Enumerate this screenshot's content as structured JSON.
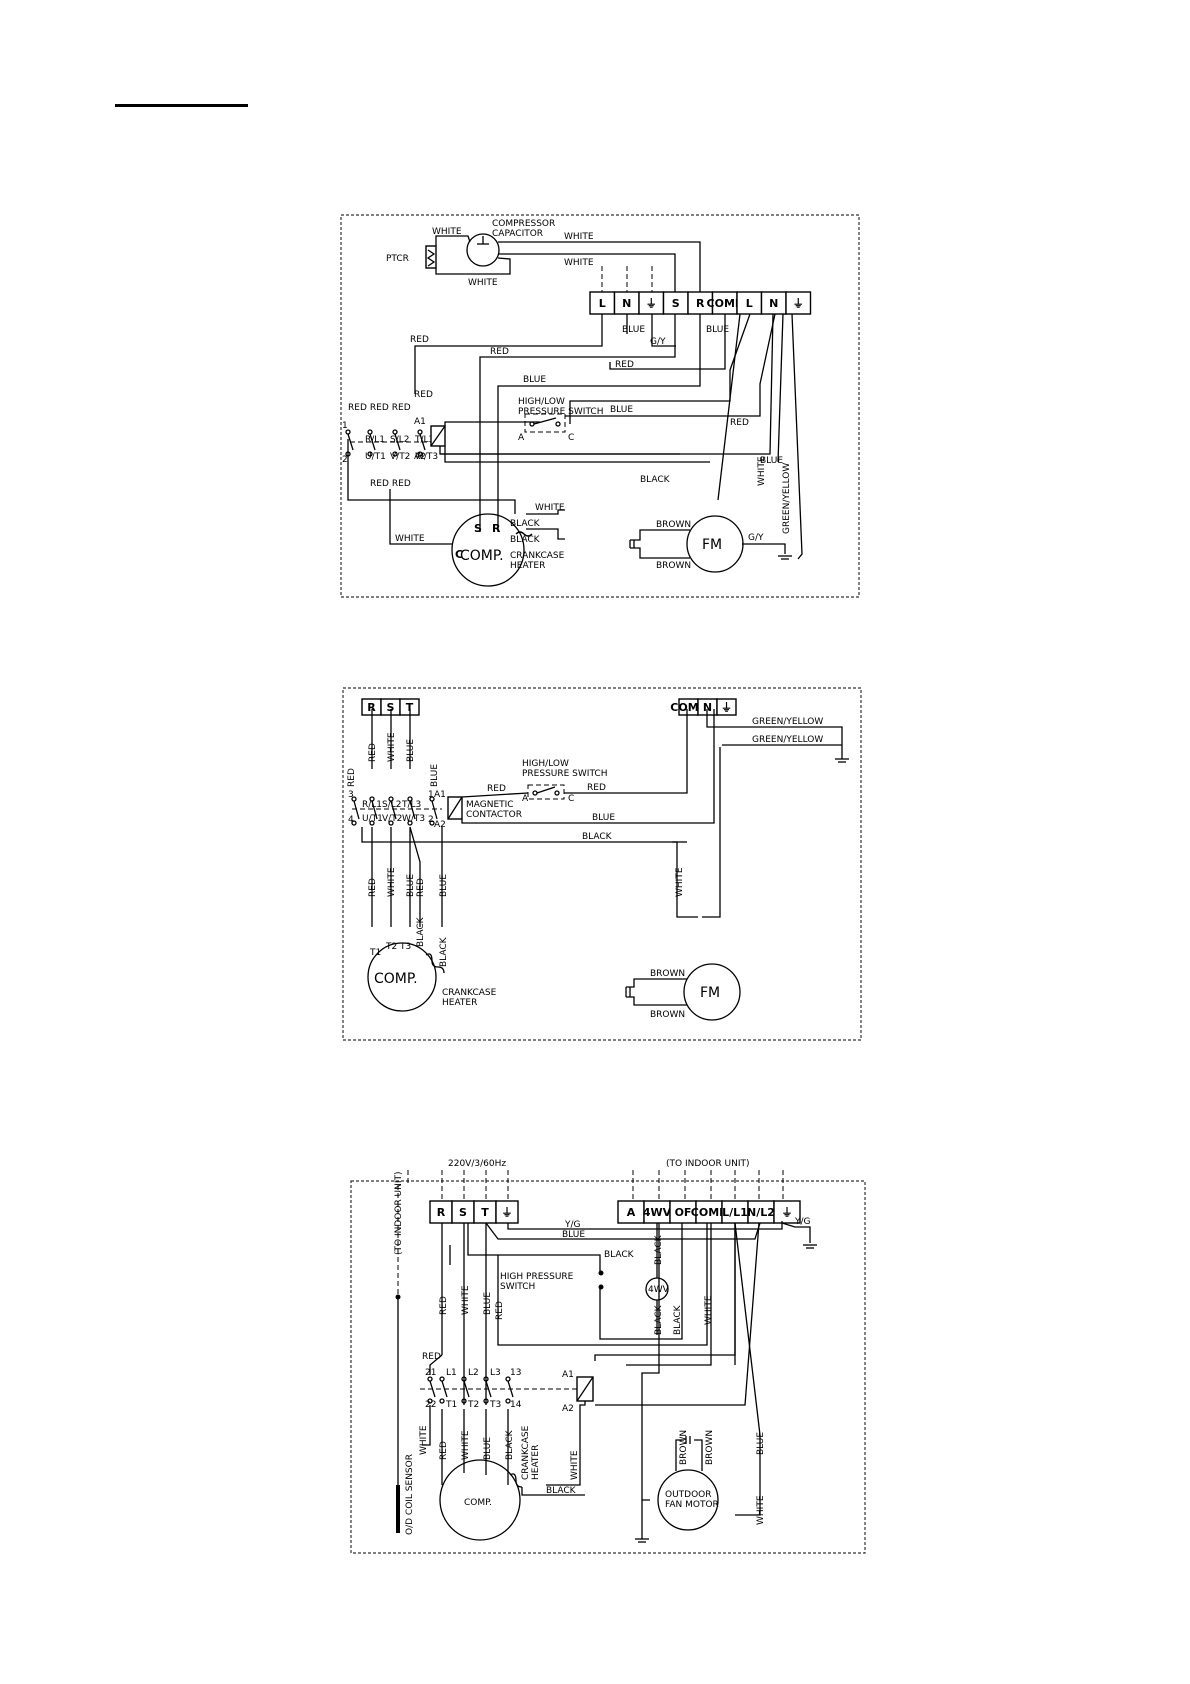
{
  "diagram1": {
    "labels": {
      "compressor_capacitor": "COMPRESSOR\nCAPACITOR",
      "ptcr": "PTCR",
      "white": "WHITE",
      "red": "RED",
      "blue": "BLUE",
      "black": "BLACK",
      "brown": "BROWN",
      "gy": "G/Y",
      "green_yellow": "GREEN/YELLOW",
      "pressure_switch": "HIGH/LOW\nPRESSURE SWITCH",
      "comp": "COMP.",
      "fm": "FM",
      "crankcase_heater": "CRANKCASE\nHEATER",
      "a1": "A1",
      "a2": "A2",
      "a": "A",
      "c": "C",
      "s": "S",
      "r": "R",
      "c_term": "C",
      "t1": "1",
      "t2": "2",
      "rl1": "R/L1",
      "sl2": "S/L2",
      "tl3": "T/L3",
      "ut1": "U/T1",
      "vt2": "V/T2",
      "wt3": "W/T3"
    },
    "terminals": [
      "L",
      "N",
      "⏚",
      "S",
      "R",
      "COMP",
      "L",
      "N",
      "⏚"
    ]
  },
  "diagram2": {
    "labels": {
      "red": "RED",
      "white": "WHITE",
      "blue": "BLUE",
      "black": "BLACK",
      "brown": "BROWN",
      "green_yellow": "GREEN/YELLOW",
      "pressure_switch": "HIGH/LOW\nPRESSURE SWITCH",
      "magnetic_contactor": "MAGNETIC\nCONTACTOR",
      "comp": "COMP.",
      "fm": "FM",
      "crankcase_heater": "CRANKCASE\nHEATER",
      "a1": "A1",
      "a2": "A2",
      "a": "A",
      "c": "C",
      "t1": "T1",
      "t2": "T2",
      "t3": "T3",
      "n3": "3",
      "n4": "4",
      "n1": "1",
      "n2": "2",
      "rl1": "R/L1",
      "sl2": "S/L2",
      "tl3": "T/L3",
      "ut1": "U/T1",
      "vt2": "V/T2",
      "wt3": "W/T3"
    },
    "terminals_left": [
      "R",
      "S",
      "T"
    ],
    "terminals_right": [
      "COMP",
      "N",
      "⏚"
    ]
  },
  "diagram3": {
    "labels": {
      "supply": "220V/3/60Hz",
      "to_indoor": "(TO INDOOR UNIT)",
      "to_indoor_vertical": "(TO INDOOR UNIT)",
      "red": "RED",
      "white": "WHITE",
      "blue": "BLUE",
      "black": "BLACK",
      "brown": "BROWN",
      "yg": "Y/G",
      "high_pressure_switch": "HIGH PRESSURE\nSWITCH",
      "fwv": "4WV",
      "comp": "COMP.",
      "crankcase_heater": "CRANKCASE\nHEATER",
      "outdoor_fan_motor": "OUTDOOR\nFAN MOTOR",
      "od_coil_sensor": "O/D COIL SENSOR",
      "a1": "A1",
      "a2": "A2",
      "n21": "21",
      "n22": "22",
      "l1": "L1",
      "l2": "L2",
      "l3": "L3",
      "n13": "13",
      "tt1": "T1",
      "tt2": "T2",
      "tt3": "T3",
      "n14": "14"
    },
    "terminals_left": [
      "R",
      "S",
      "T",
      "⏚"
    ],
    "terminals_right": [
      "A",
      "4WV",
      "OF",
      "COMP",
      "L/L1",
      "N/L2",
      "⏚"
    ]
  }
}
